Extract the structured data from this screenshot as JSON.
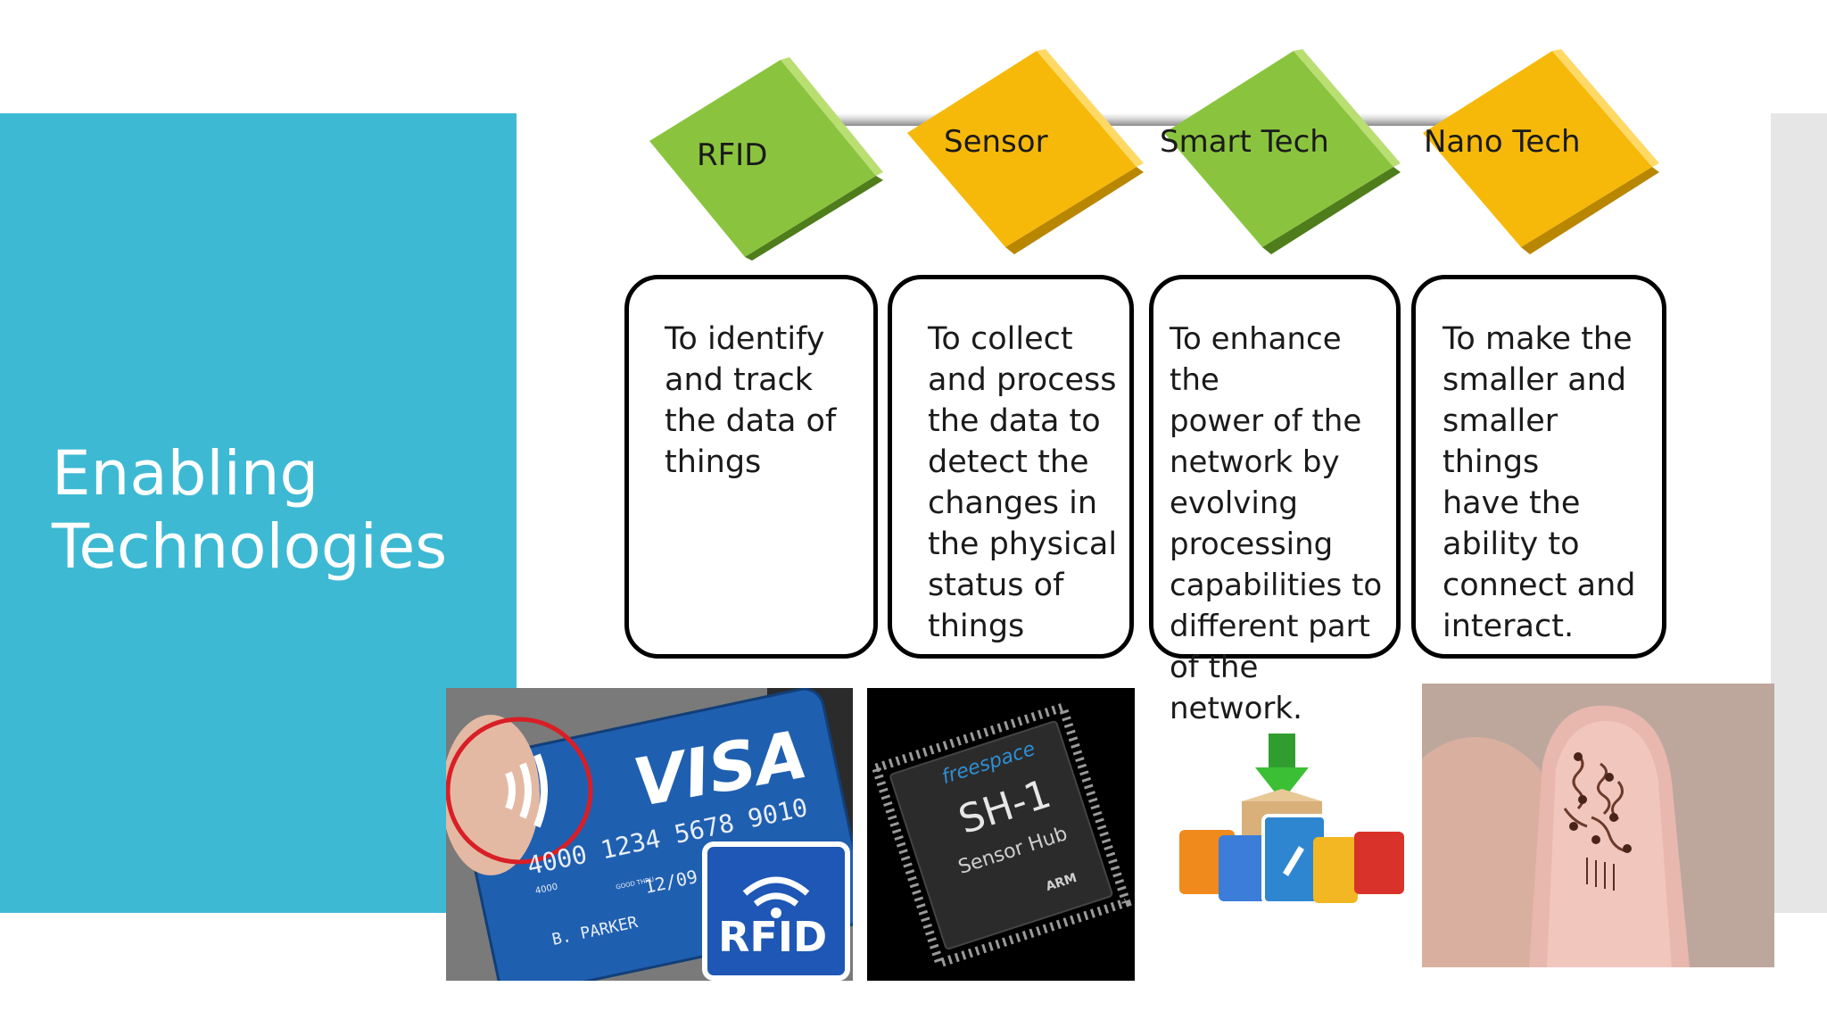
{
  "slide": {
    "title_line1": "Enabling",
    "title_line2": "Technologies"
  },
  "technologies": [
    {
      "label": "RFID",
      "color": "#8cc63f",
      "description_lines": [
        "To identify",
        "and track",
        "the data of",
        "things"
      ]
    },
    {
      "label": "Sensor",
      "color": "#f5b800",
      "description_lines": [
        "To collect",
        "and process",
        "the data to",
        "detect the",
        "changes in",
        "the physical",
        "status of",
        "things"
      ]
    },
    {
      "label": "Smart Tech",
      "color": "#8cc63f",
      "description_lines": [
        "To enhance the",
        "power of the",
        "network by",
        "evolving",
        "processing",
        "capabilities to",
        "different part",
        "of the network."
      ]
    },
    {
      "label": "Nano Tech",
      "color": "#f5b800",
      "description_lines": [
        "To make the",
        "smaller and",
        "smaller things",
        "have the",
        "ability to",
        "connect and",
        "interact."
      ]
    }
  ],
  "images": {
    "rfid_card": {
      "brand": "VISA",
      "card_number": "4000 1234 5678 9010",
      "small_number": "4000",
      "good_thru": "GOOD THRU",
      "expiry": "12/09",
      "holder": "B. PARKER",
      "badge_text": "RFID"
    },
    "sensor_chip": {
      "brand": "freespace",
      "model": "SH-1",
      "subtitle": "Sensor Hub",
      "maker": "ARM"
    },
    "smart_apps": {
      "icon": "download-box-apps-icon"
    },
    "nano_finger": {
      "icon": "nano-circuit-finger-icon"
    }
  },
  "colors": {
    "accent": "#3db9d3",
    "green": "#8cc63f",
    "yellow": "#f5b800"
  }
}
